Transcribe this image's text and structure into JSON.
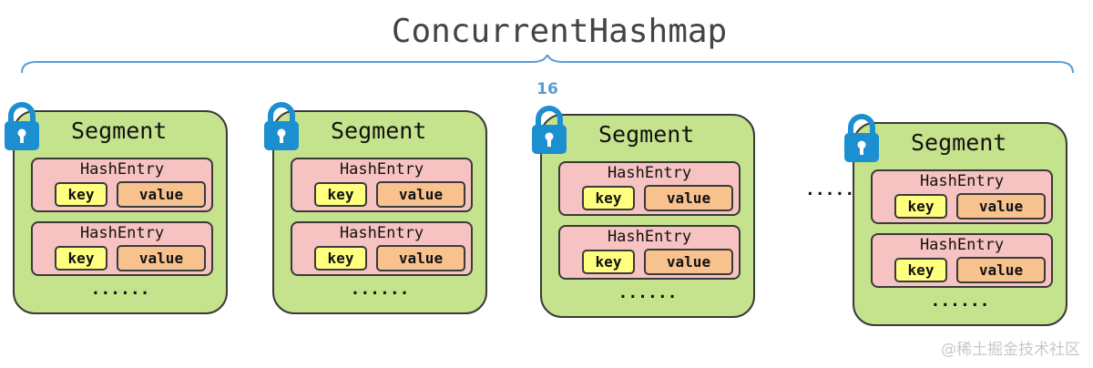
{
  "diagram": {
    "title": "ConcurrentHashmap",
    "segment_count": "16",
    "between_ellipsis": "......",
    "segments": [
      {
        "label": "Segment",
        "entries": [
          {
            "label": "HashEntry",
            "key": "key",
            "value": "value"
          },
          {
            "label": "HashEntry",
            "key": "key",
            "value": "value"
          }
        ],
        "more": "......"
      },
      {
        "label": "Segment",
        "entries": [
          {
            "label": "HashEntry",
            "key": "key",
            "value": "value"
          },
          {
            "label": "HashEntry",
            "key": "key",
            "value": "value"
          }
        ],
        "more": "......"
      },
      {
        "label": "Segment",
        "entries": [
          {
            "label": "HashEntry",
            "key": "key",
            "value": "value"
          },
          {
            "label": "HashEntry",
            "key": "key",
            "value": "value"
          }
        ],
        "more": "......"
      },
      {
        "label": "Segment",
        "entries": [
          {
            "label": "HashEntry",
            "key": "key",
            "value": "value"
          },
          {
            "label": "HashEntry",
            "key": "key",
            "value": "value"
          }
        ],
        "more": "......"
      }
    ]
  },
  "colors": {
    "segment_fill": "#c5e28c",
    "entry_fill": "#f7c2c2",
    "key_fill": "#ffff80",
    "value_fill": "#f8c28e",
    "lock_blue": "#1c8fd0",
    "brace_blue": "#5b9bd5"
  },
  "watermark": "@稀土掘金技术社区"
}
